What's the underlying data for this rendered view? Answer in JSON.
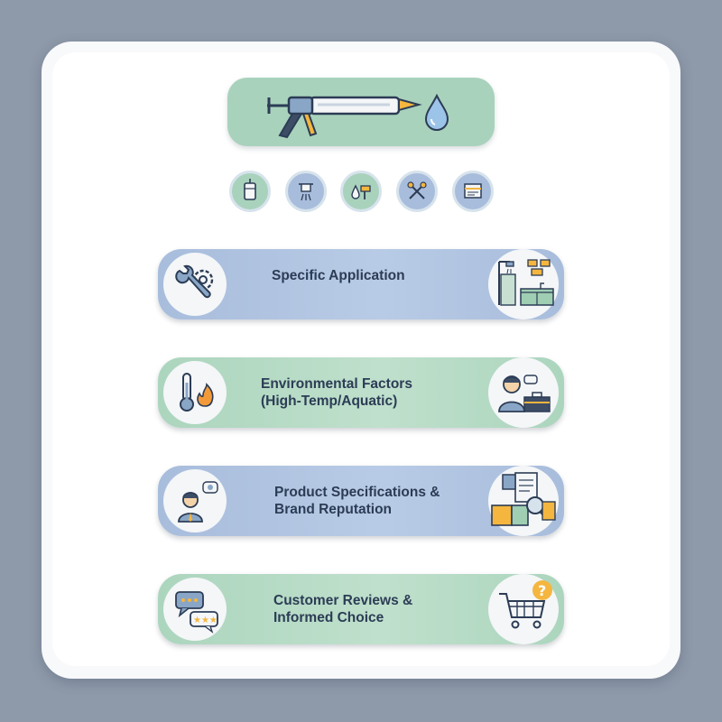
{
  "hero": {
    "icon": "caulk-gun-icon",
    "accent_icon": "water-drop-icon"
  },
  "mini_icons": [
    {
      "icon": "cartridge-icon",
      "bg": "#a9d2bc"
    },
    {
      "icon": "shower-icon",
      "bg": "#a8bddc"
    },
    {
      "icon": "drop-hammer-icon",
      "bg": "#a9d2bc"
    },
    {
      "icon": "crossed-tools-icon",
      "bg": "#a8bddc"
    },
    {
      "icon": "window-icon",
      "bg": "#a8bddc"
    }
  ],
  "steps": [
    {
      "label": "Specific Application",
      "left_icon": "wrench-gear-icon",
      "right_icon": "bathroom-kitchen-icon",
      "color": "blue"
    },
    {
      "label_line1": "Environmental Factors",
      "label_line2": "(High-Temp/Aquatic)",
      "left_icon": "thermometer-flame-icon",
      "right_icon": "consultant-toolbox-icon",
      "color": "green"
    },
    {
      "label_line1": "Product Specifications &",
      "label_line2": "Brand Reputation",
      "left_icon": "person-badge-icon",
      "right_icon": "boxes-checklist-icon",
      "color": "blue"
    },
    {
      "label_line1": "Customer Reviews &",
      "label_line2": "Informed Choice",
      "left_icon": "review-bubbles-icon",
      "right_icon": "cart-question-icon",
      "color": "green"
    }
  ]
}
